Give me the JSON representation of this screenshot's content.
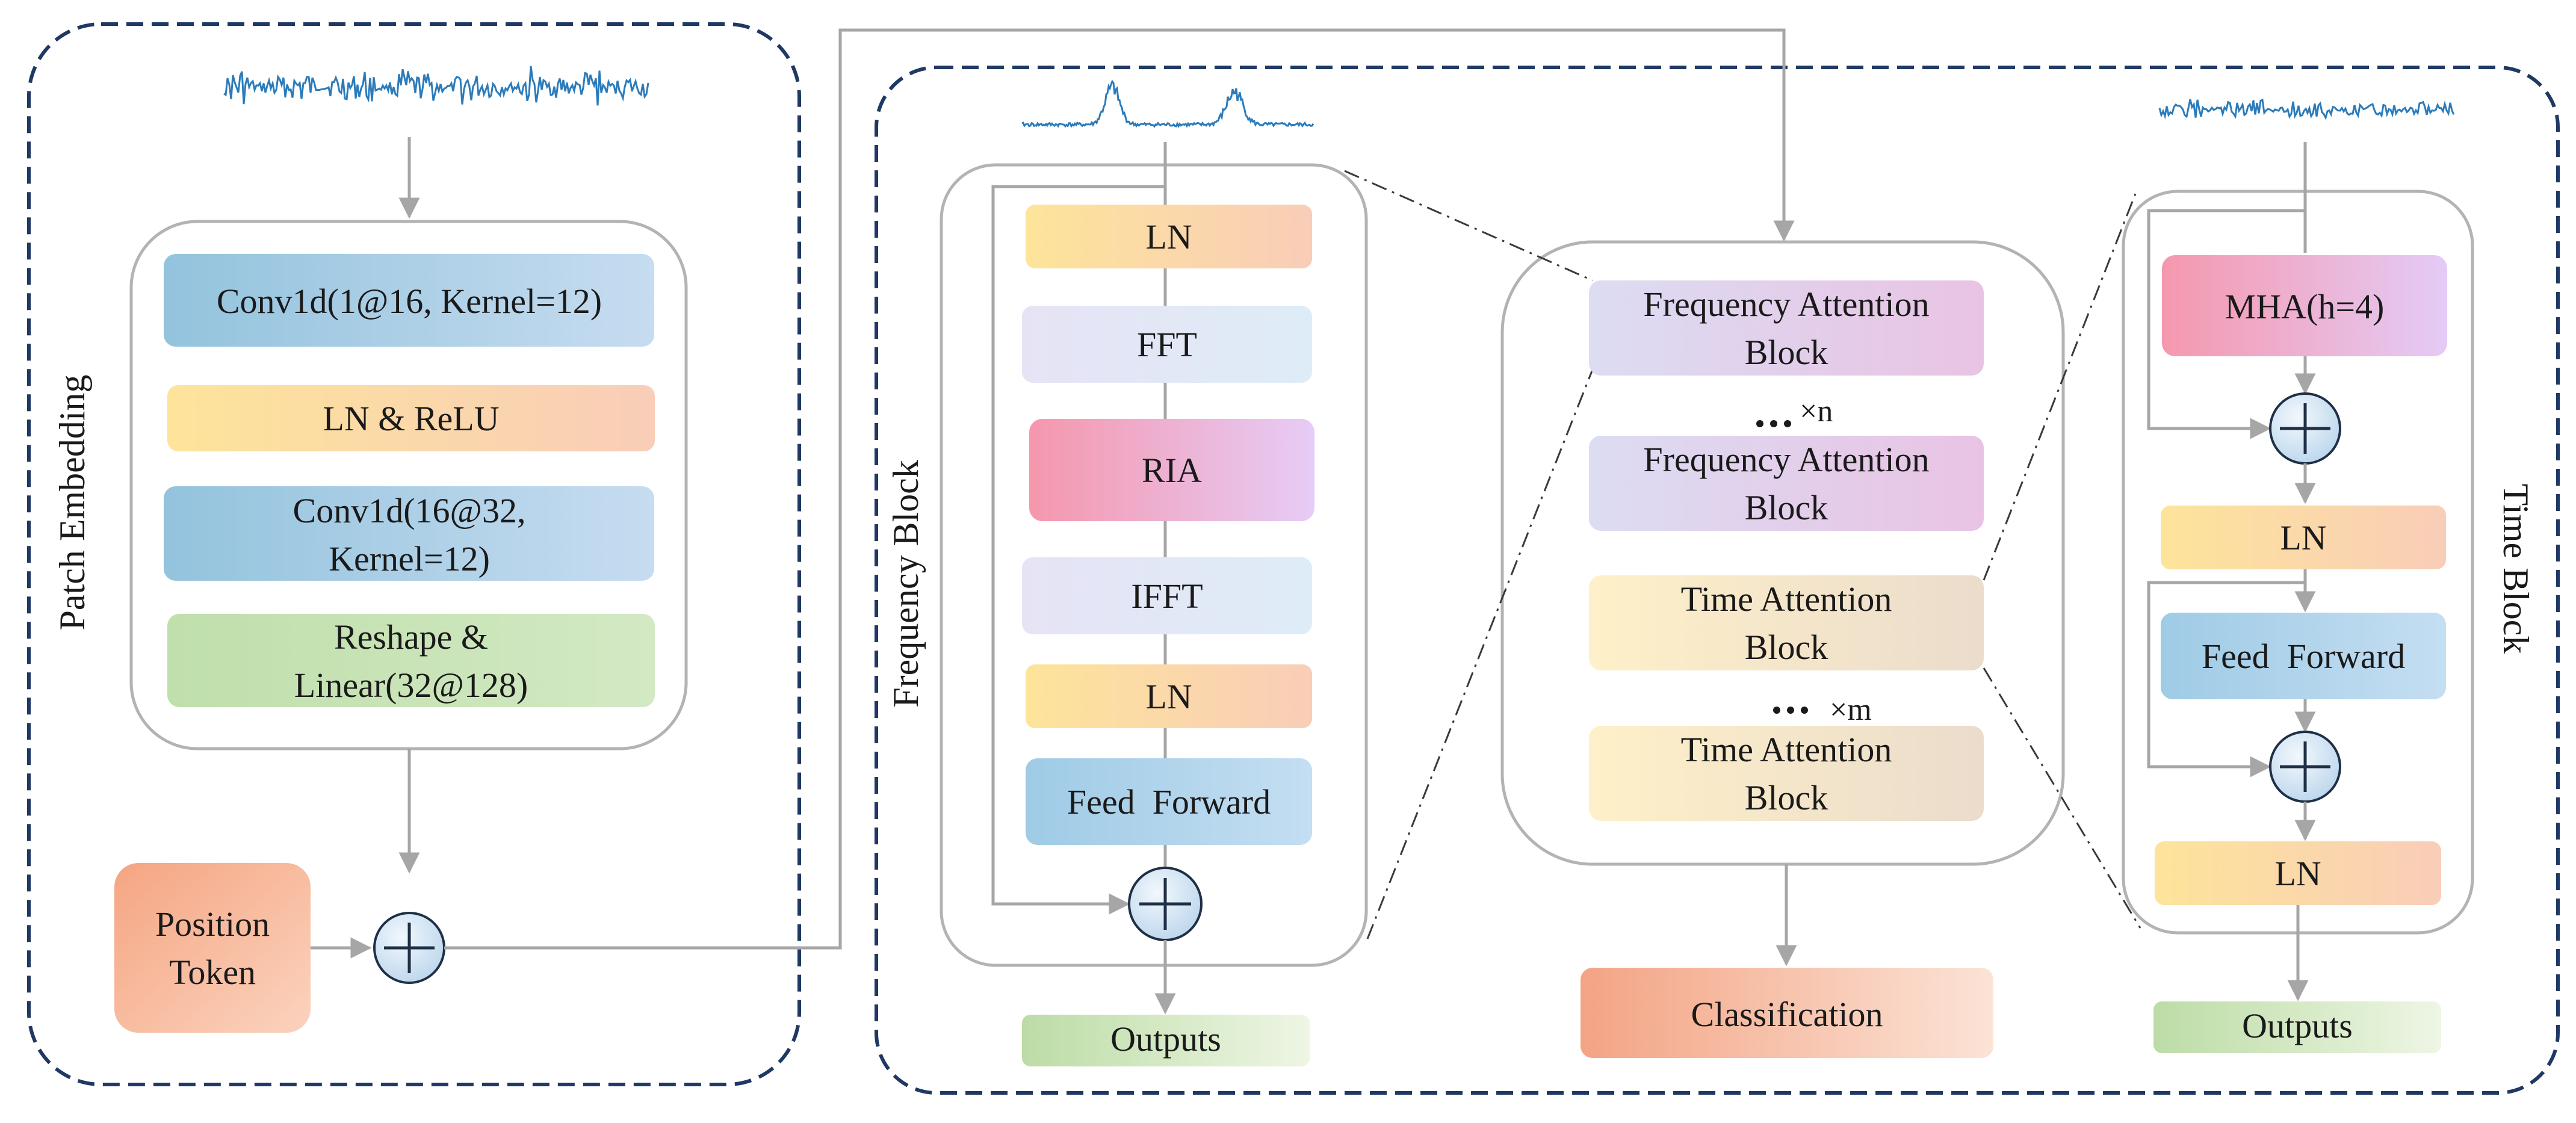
{
  "patch_embedding": {
    "title": "Patch Embedding",
    "conv1": "Conv1d(1@16, Kernel=12)",
    "ln_relu": "LN & ReLU",
    "conv2_line1": "Conv1d(16@32,",
    "conv2_line2": "Kernel=12)",
    "reshape_line1": "Reshape &",
    "reshape_line2": "Linear(32@128)",
    "position_line1": "Position",
    "position_line2": "Token"
  },
  "frequency_block": {
    "title": "Frequency Block",
    "ln_top": "LN",
    "fft": "FFT",
    "ria": "RIA",
    "ifft": "IFFT",
    "ln_bottom": "LN",
    "feed_forward": "Feed  Forward",
    "outputs": "Outputs"
  },
  "encoder_stack": {
    "freq_attn_1_line1": "Frequency Attention",
    "freq_attn_1_line2": "Block",
    "repeat_n": "×n",
    "freq_attn_2_line1": "Frequency Attention",
    "freq_attn_2_line2": "Block",
    "time_attn_1_line1": "Time Attention",
    "time_attn_1_line2": "Block",
    "repeat_m": "×m",
    "time_attn_2_line1": "Time Attention",
    "time_attn_2_line2": "Block",
    "classification": "Classification"
  },
  "time_block": {
    "title": "Time Block",
    "mha": "MHA(h=4)",
    "ln_1": "LN",
    "feed_forward": "Feed  Forward",
    "ln_2": "LN",
    "outputs": "Outputs"
  },
  "colors": {
    "dashed_border": "#1f3864",
    "rounded_border": "#b3b3b3",
    "arrow": "#a6a6a6",
    "signal": "#2b7bba",
    "conv_blue": "#9cc8e0",
    "ln_yellow": "#fde69a",
    "ln_peach": "#f9cdb3",
    "reshape_green": "#c8e3b4",
    "position_orange": "#f6b38f",
    "fft_lavender": "#e4e4f4",
    "ria_pink": "#f59bb0",
    "ria_violet": "#e6c8f5",
    "feed_forward_blue": "#a9d1ec",
    "freq_attn_lavender": "#d9d9f0",
    "freq_attn_pink": "#e9c4e6",
    "time_attn_cream": "#fdedc4",
    "time_attn_tan": "#ecdccb",
    "classification_orange": "#f4a98a",
    "outputs_green": "#c3e0b0"
  }
}
